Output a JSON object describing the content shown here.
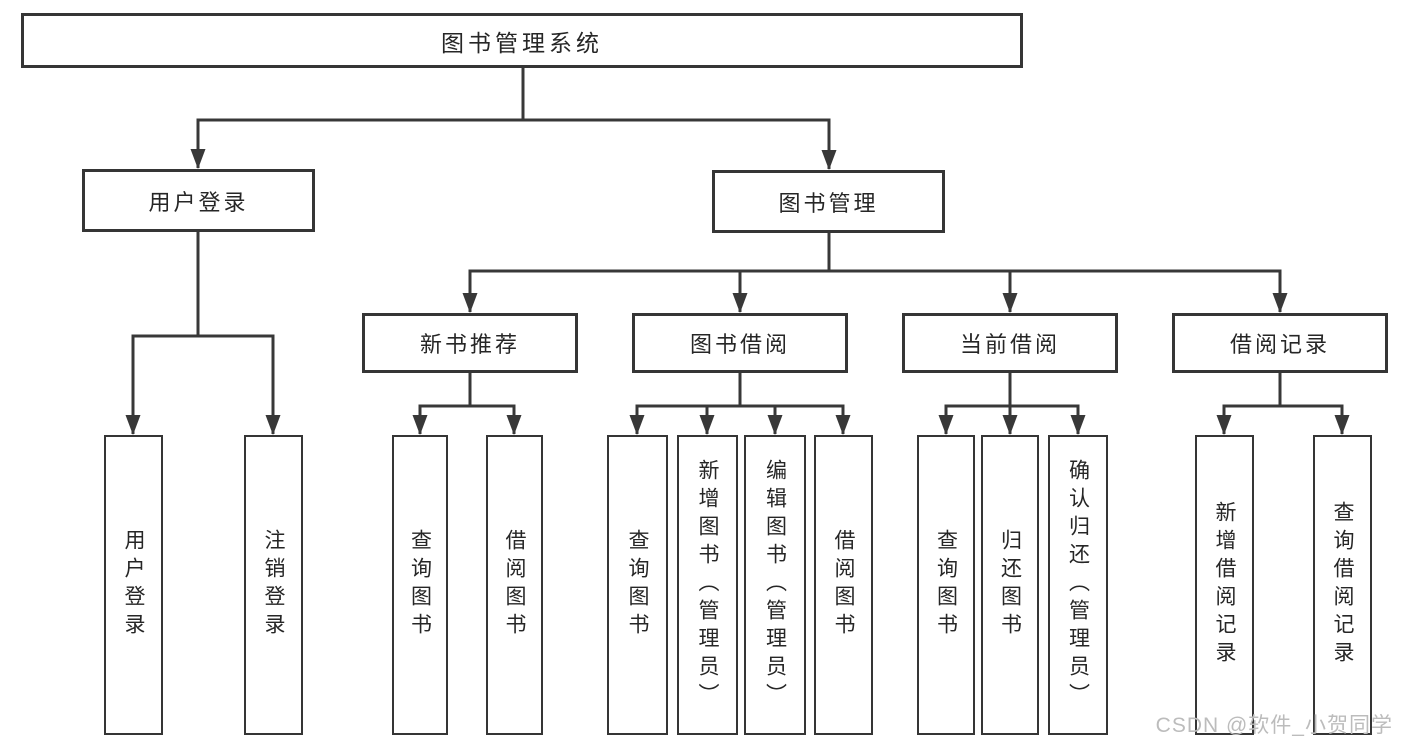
{
  "diagram": {
    "title": "图书管理系统",
    "level2": {
      "user_login": "用户登录",
      "book_mgmt": "图书管理"
    },
    "level3": {
      "new_books": "新书推荐",
      "borrowing": "图书借阅",
      "current": "当前借阅",
      "records": "借阅记录"
    },
    "leaves": {
      "user_login": "用户登录",
      "logout": "注销登录",
      "nb_query": "查询图书",
      "nb_borrow": "借阅图书",
      "bw_query": "查询图书",
      "bw_add": "新增图书（管理员）",
      "bw_edit": "编辑图书（管理员）",
      "bw_borrow": "借阅图书",
      "cu_query": "查询图书",
      "cu_return": "归还图书",
      "cu_confirm": "确认归还（管理员）",
      "re_add": "新增借阅记录",
      "re_query": "查询借阅记录"
    }
  },
  "watermark": "CSDN @软件_小贺同学",
  "colors": {
    "line": "#383838",
    "border": "#353535",
    "text": "#262626",
    "watermark": "#bcbcbc",
    "background": "#ffffff"
  }
}
